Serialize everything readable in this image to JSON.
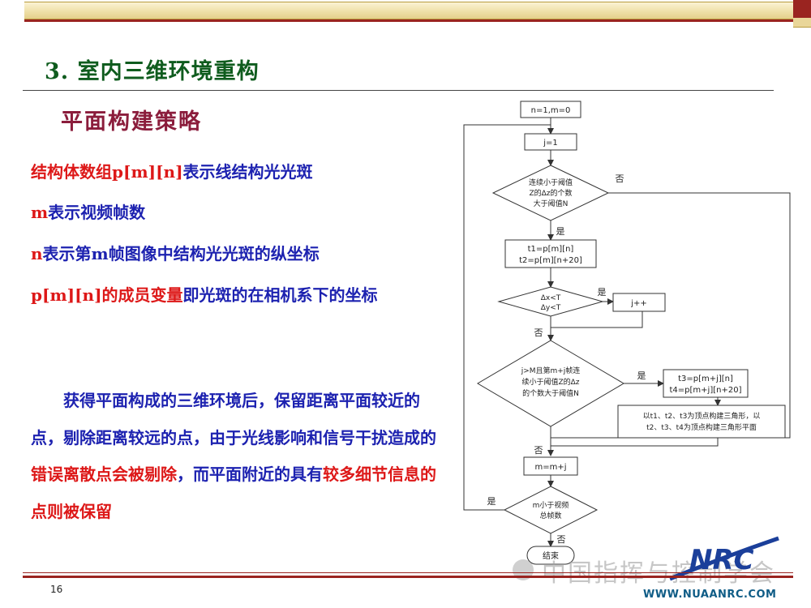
{
  "slide": {
    "title": "3. 室内三维环境重构",
    "subtitle": "平面构建策略",
    "page_number": "16",
    "footer_url": "WWW.NUAANRC.COM",
    "logo_text": "NRC",
    "watermark": "中国指挥与控制学会"
  },
  "bullets": [
    {
      "red": "结构体数组p[m][n]",
      "blue": "表示线结构光光斑"
    },
    {
      "red": "m",
      "blue": "表示视频帧数"
    },
    {
      "red": "n",
      "blue": "表示第m帧图像中结构光光斑的纵坐标"
    },
    {
      "red": "p[m][n]的成员变量",
      "blue": "即光斑的在相机系下的坐标"
    }
  ],
  "paragraph": {
    "part1": "获得平面构成的三维环境后，保留距离平面较近的点，剔除距离较远的点，由于光线影响和信号干扰造成的",
    "part2": "错误离散点会被剔除",
    "part3": "，而平面附近的具有",
    "part4": "较多细节信息的点则被保留"
  },
  "flowchart": {
    "start": "n=1,m=0",
    "init_j": "j=1",
    "d1": [
      "连续小于阈值",
      "Z的Δz的个数",
      "大于阈值N"
    ],
    "d1_no": "否",
    "d1_yes": "是",
    "assign1": [
      "t1=p[m][n]",
      "t2=p[m][n+20]"
    ],
    "d2": [
      "Δx<T",
      "Δy<T"
    ],
    "d2_yes": "是",
    "d2_no": "否",
    "inc_j": "j++",
    "d3": [
      "j>M且第m+j帧连",
      "续小于阈值Z的Δz",
      "的个数大于阈值N"
    ],
    "d3_yes": "是",
    "d3_no": "否",
    "assign2": [
      "t3=p[m+j][n]",
      "t4=p[m+j][n+20]"
    ],
    "triangles": [
      "以t1、t2、t3为顶点构建三角形，以",
      "t2、t3、t4为顶点构建三角形平面"
    ],
    "update_m": "m=m+j",
    "d4": [
      "m小于视频",
      "总帧数"
    ],
    "d4_yes": "是",
    "d4_no": "否",
    "end": "结束"
  },
  "colors": {
    "title_green": "#0f5c1e",
    "subtitle_maroon": "#8b1d3c",
    "text_blue": "#1d22b0",
    "text_red": "#dd1818",
    "rule_red": "#9a2420"
  }
}
